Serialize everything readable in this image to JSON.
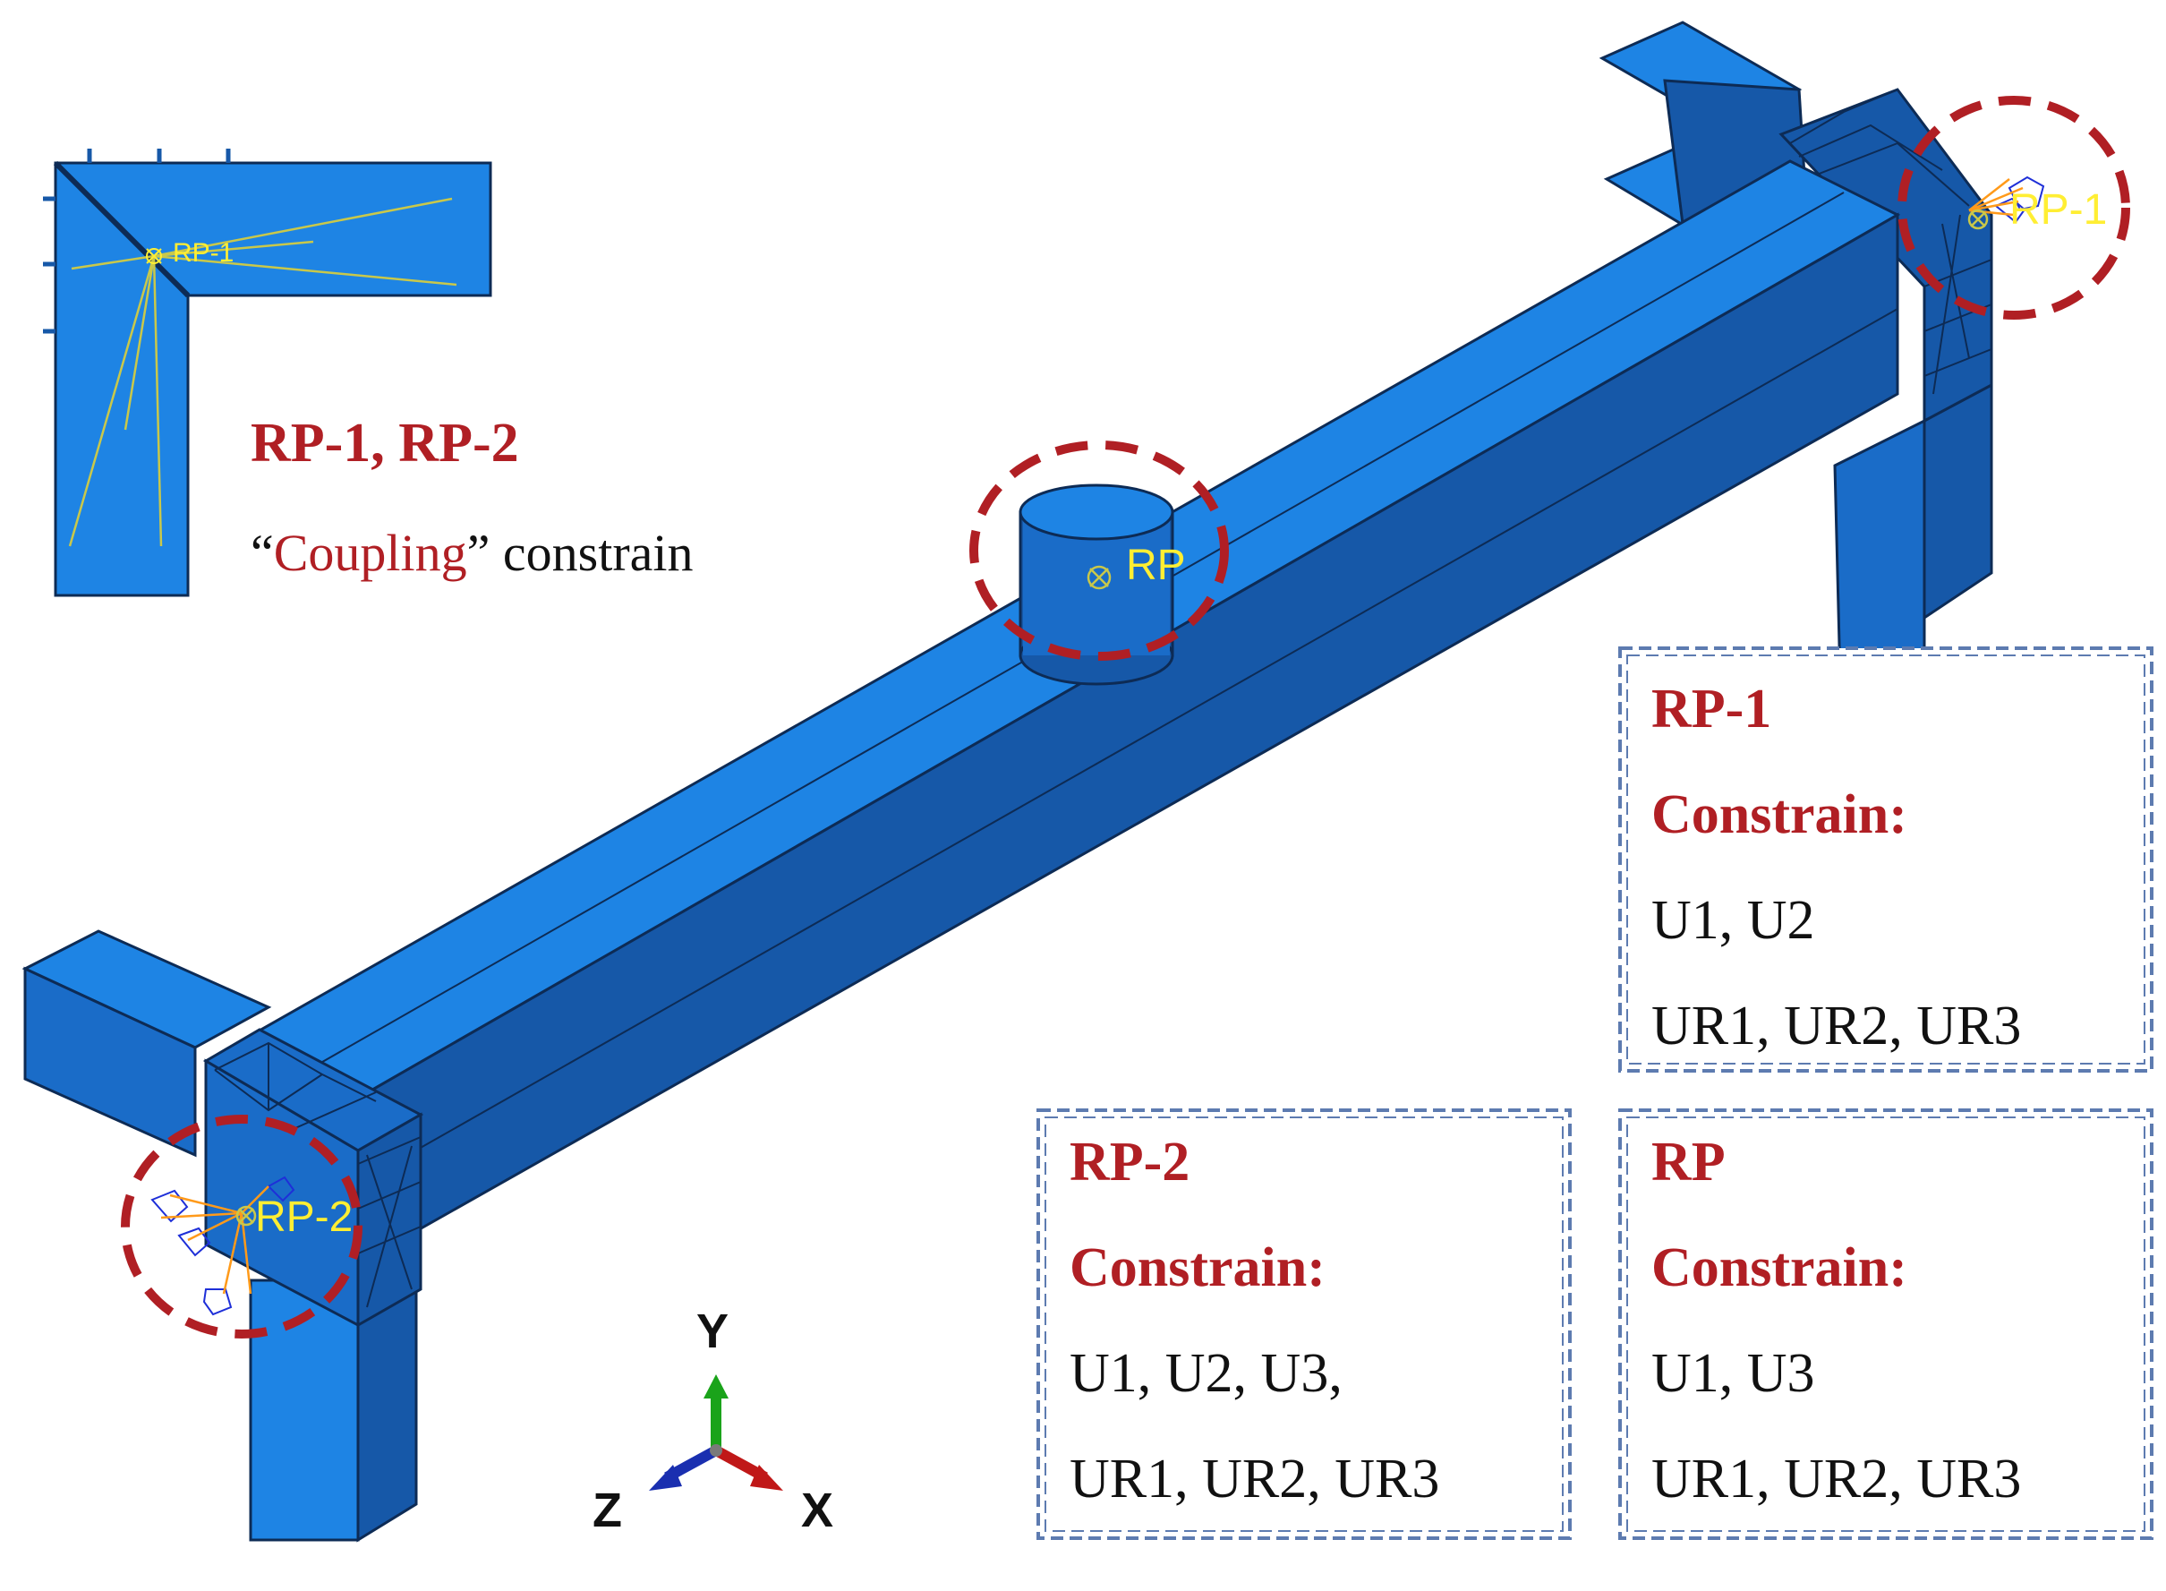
{
  "inset": {
    "rp_label": "RP-1",
    "heading": "RP-1, RP-2",
    "coupling_open": "“",
    "coupling_word": "Coupling",
    "coupling_close": "” constrain"
  },
  "model_labels": {
    "rp": "RP",
    "rp1": "RP-1",
    "rp2": "RP-2"
  },
  "axes": {
    "y": "Y",
    "z": "Z",
    "x": "X"
  },
  "boxes": {
    "rp1": {
      "title": "RP-1",
      "subtitle": "Constrain:",
      "line1": "U1, U2",
      "line2": "UR1, UR2, UR3"
    },
    "rp2": {
      "title": "RP-2",
      "subtitle": "Constrain:",
      "line1": "U1, U2, U3,",
      "line2": "UR1, UR2, UR3"
    },
    "rp": {
      "title": "RP",
      "subtitle": "Constrain:",
      "line1": "U1, U3",
      "line2": "UR1, UR2, UR3"
    }
  },
  "colors": {
    "steel_top": "#1e84e4",
    "steel_front": "#1658a8",
    "steel_side": "#1a6cc8",
    "highlight_circle": "#b01f24",
    "box_border": "#5d7bb0",
    "rp_label": "#ffee33",
    "axis_y": "#1aa31a",
    "axis_z": "#1a2fb0",
    "axis_x": "#c01818"
  },
  "icons": [
    "boundary-condition-icon",
    "reference-point-icon",
    "coordinate-triad-icon"
  ]
}
